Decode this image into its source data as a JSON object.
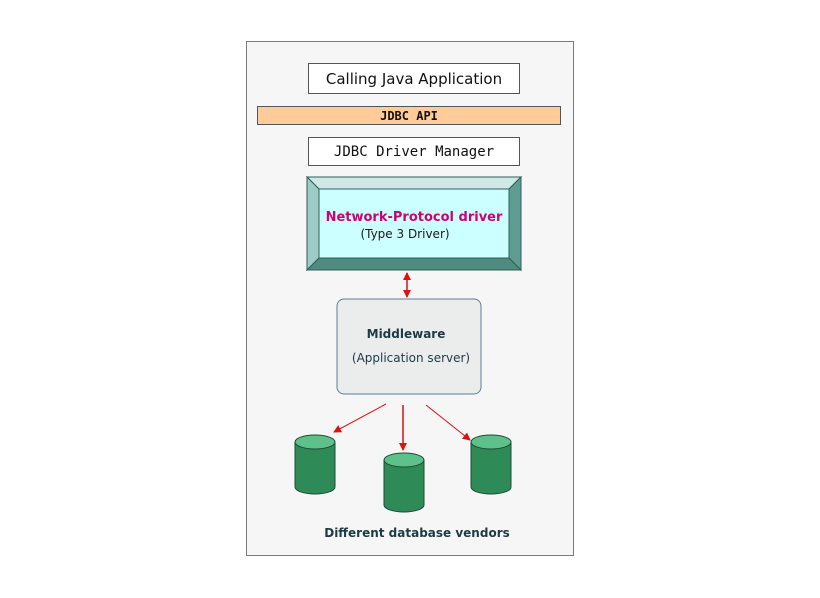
{
  "diagram": {
    "calling_app": "Calling Java Application",
    "jdbc_api": "JDBC API",
    "driver_manager": "JDBC Driver Manager",
    "driver_title": "Network-Protocol driver",
    "driver_subtitle": "(Type 3 Driver)",
    "middleware_title": "Middleware",
    "middleware_subtitle": "(Application server)",
    "vendors_label": "Different database vendors"
  },
  "colors": {
    "api_fill": "#ffcc99",
    "driver_face": "#ccffff",
    "driver_bevel": "#5f9d93",
    "driver_title": "#cc0077",
    "middleware_fill": "#ebecec",
    "cylinder_fill": "#2e8b57",
    "arrow": "#dd1111"
  }
}
